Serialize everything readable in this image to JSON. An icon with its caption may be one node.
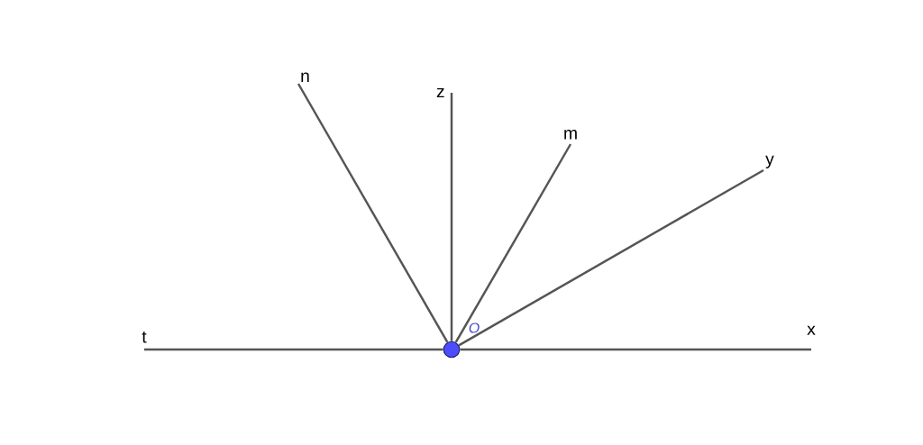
{
  "diagram": {
    "nodes": [
      {
        "text": [],
        "shape": "circle",
        "beside": [
          "O"
        ]
      },
      {
        "text": [
          "t"
        ]
      },
      {
        "text": [
          "x"
        ]
      },
      {
        "text": [
          "n"
        ]
      },
      {
        "text": [
          "z"
        ]
      },
      {
        "text": [
          "m"
        ]
      },
      {
        "text": [
          "y"
        ]
      }
    ],
    "edges": [
      {
        "from": 0,
        "to": 1,
        "arrow": "none"
      },
      {
        "from": 0,
        "to": 2,
        "arrow": "none"
      },
      {
        "from": 0,
        "to": 3,
        "arrow": "none"
      },
      {
        "from": 0,
        "to": 4,
        "arrow": "none"
      },
      {
        "from": 0,
        "to": 5,
        "arrow": "none"
      },
      {
        "from": 0,
        "to": 6,
        "arrow": "none"
      }
    ]
  }
}
